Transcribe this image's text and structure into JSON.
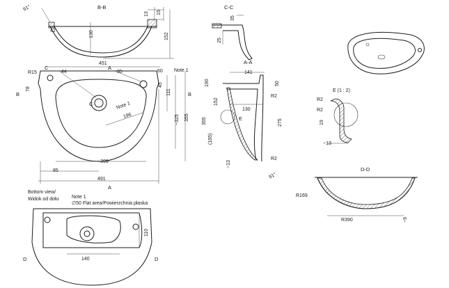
{
  "views": {
    "bb": {
      "title": "B-B",
      "d13": "13",
      "d15": "15",
      "d130": "130",
      "d152": "152",
      "d42": "42",
      "angle": "91°"
    },
    "cc": {
      "title": "C-C",
      "d35": "35",
      "d25": "25"
    },
    "top": {
      "d451": "451",
      "d44": "44",
      "d35": "35",
      "d60": "60",
      "note1": "Note 1",
      "r15": "R15",
      "c": "C",
      "d78": "78",
      "a": "A",
      "d45": "45",
      "d111": "111",
      "d325": "~325",
      "d355": "355",
      "b": "B",
      "note1_inner": "Note 1",
      "d196": "196",
      "c_inner": "C",
      "d399": "~399",
      "d85": "85",
      "d491": "491"
    },
    "aa": {
      "title": "A-A",
      "d141": "141",
      "d50": "50",
      "d190": "190",
      "d152": "152",
      "r2": "R2",
      "d130": "130",
      "e": "E",
      "d355": "355",
      "d275": "275",
      "d165": "(165)",
      "d13": "~13",
      "angle": "91°"
    },
    "detail": {
      "title": "E (1 : 2)",
      "r2a": "R2",
      "r2b": "R2",
      "d19": "19",
      "d13": "~13"
    },
    "bottom": {
      "label1": "Bottom view/",
      "label2": "Widok od dołu",
      "note1": "Note 1",
      "note1_text": "∅50 Flat area/Powierzchnia płaska",
      "d110": "110",
      "d140": "140",
      "d": "D"
    },
    "dd": {
      "title": "D-D",
      "r169": "R169",
      "r390": "R390",
      "d9": "~9"
    }
  }
}
